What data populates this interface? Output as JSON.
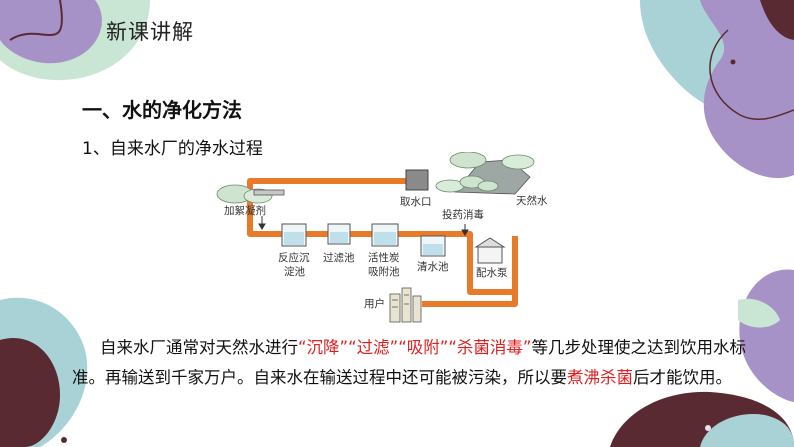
{
  "section_tag": "新课讲解",
  "heading": "一、水的净化方法",
  "subheading": "1、自来水厂的净水过程",
  "diagram": {
    "labels": {
      "coagulant": "加絮凝剂",
      "intake": "取水口",
      "natural_water": "天然水",
      "disinfectant": "投药消毒",
      "reaction_tank_1": "反应沉",
      "reaction_tank_2": "淀池",
      "filter_tank": "过滤池",
      "carbon_tank_1": "活性炭",
      "carbon_tank_2": "吸附池",
      "clear_tank": "清水池",
      "pump": "配水泵",
      "user": "用户"
    }
  },
  "paragraph": {
    "p1": "自来水厂通常对天然水进行",
    "h1": "“沉降”",
    "h2": "“过滤”",
    "h3": "“吸附”",
    "h4": "“杀菌消毒”",
    "p2": "等几步处理使之达到饮用水标准。再输送到千家万户。自来水在输送过程中还可能被污染，所以要",
    "h5": "煮沸杀菌",
    "p3": "后才能饮用。"
  },
  "colors": {
    "pipe": "#e87a2a",
    "highlight": "#e02020",
    "blob_purple": "#a792c8",
    "blob_maroon": "#5a2a32",
    "blob_green": "#bfe0c6",
    "blob_teal": "#a9d2d6",
    "blob_mint": "#c9e6d4"
  }
}
